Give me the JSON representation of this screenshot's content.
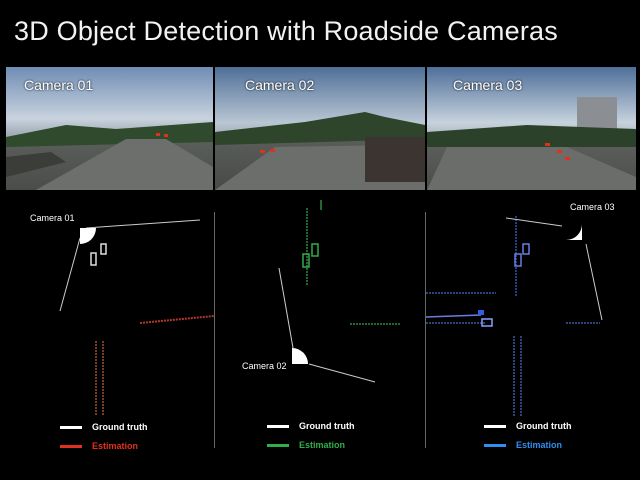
{
  "page": {
    "title": "3D Object Detection with Roadside Cameras"
  },
  "cameras": [
    {
      "label": "Camera 01",
      "bev_label": "Camera 01",
      "estimation_color": "#e0301e"
    },
    {
      "label": "Camera 02",
      "bev_label": "Camera 02",
      "estimation_color": "#2fae4a"
    },
    {
      "label": "Camera 03",
      "bev_label": "Camera 03",
      "estimation_color": "#2f8ff0"
    }
  ],
  "legend": {
    "ground_truth": "Ground truth",
    "estimation": "Estimation",
    "ground_truth_color": "#ffffff"
  }
}
